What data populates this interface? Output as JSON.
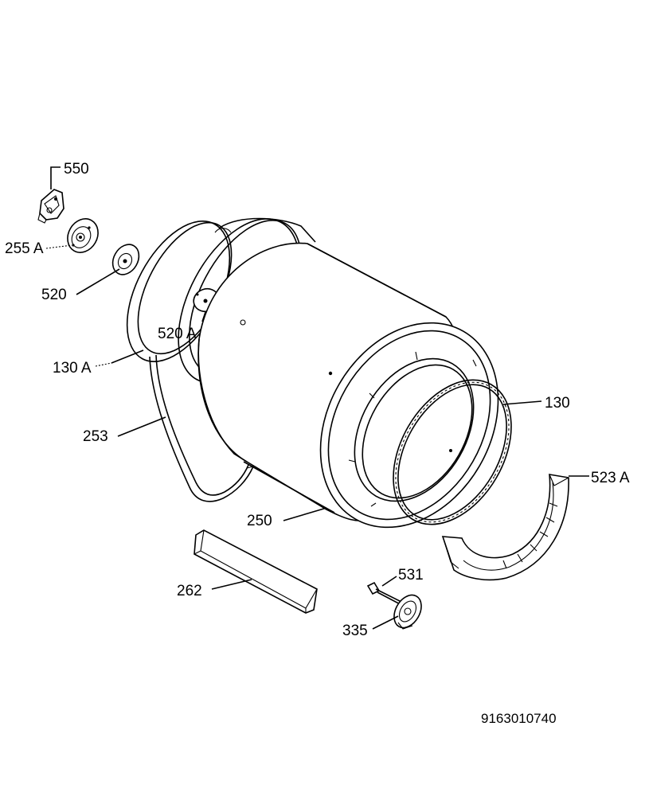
{
  "diagram": {
    "reference_number": "9163010740",
    "parts": [
      {
        "id": "550",
        "label": "550"
      },
      {
        "id": "255A",
        "label": "255 A"
      },
      {
        "id": "520",
        "label": "520"
      },
      {
        "id": "520A",
        "label": "520 A"
      },
      {
        "id": "130A",
        "label": "130 A"
      },
      {
        "id": "253",
        "label": "253"
      },
      {
        "id": "250",
        "label": "250"
      },
      {
        "id": "130",
        "label": "130"
      },
      {
        "id": "523A",
        "label": "523 A"
      },
      {
        "id": "262",
        "label": "262"
      },
      {
        "id": "531",
        "label": "531"
      },
      {
        "id": "335",
        "label": "335"
      }
    ]
  }
}
